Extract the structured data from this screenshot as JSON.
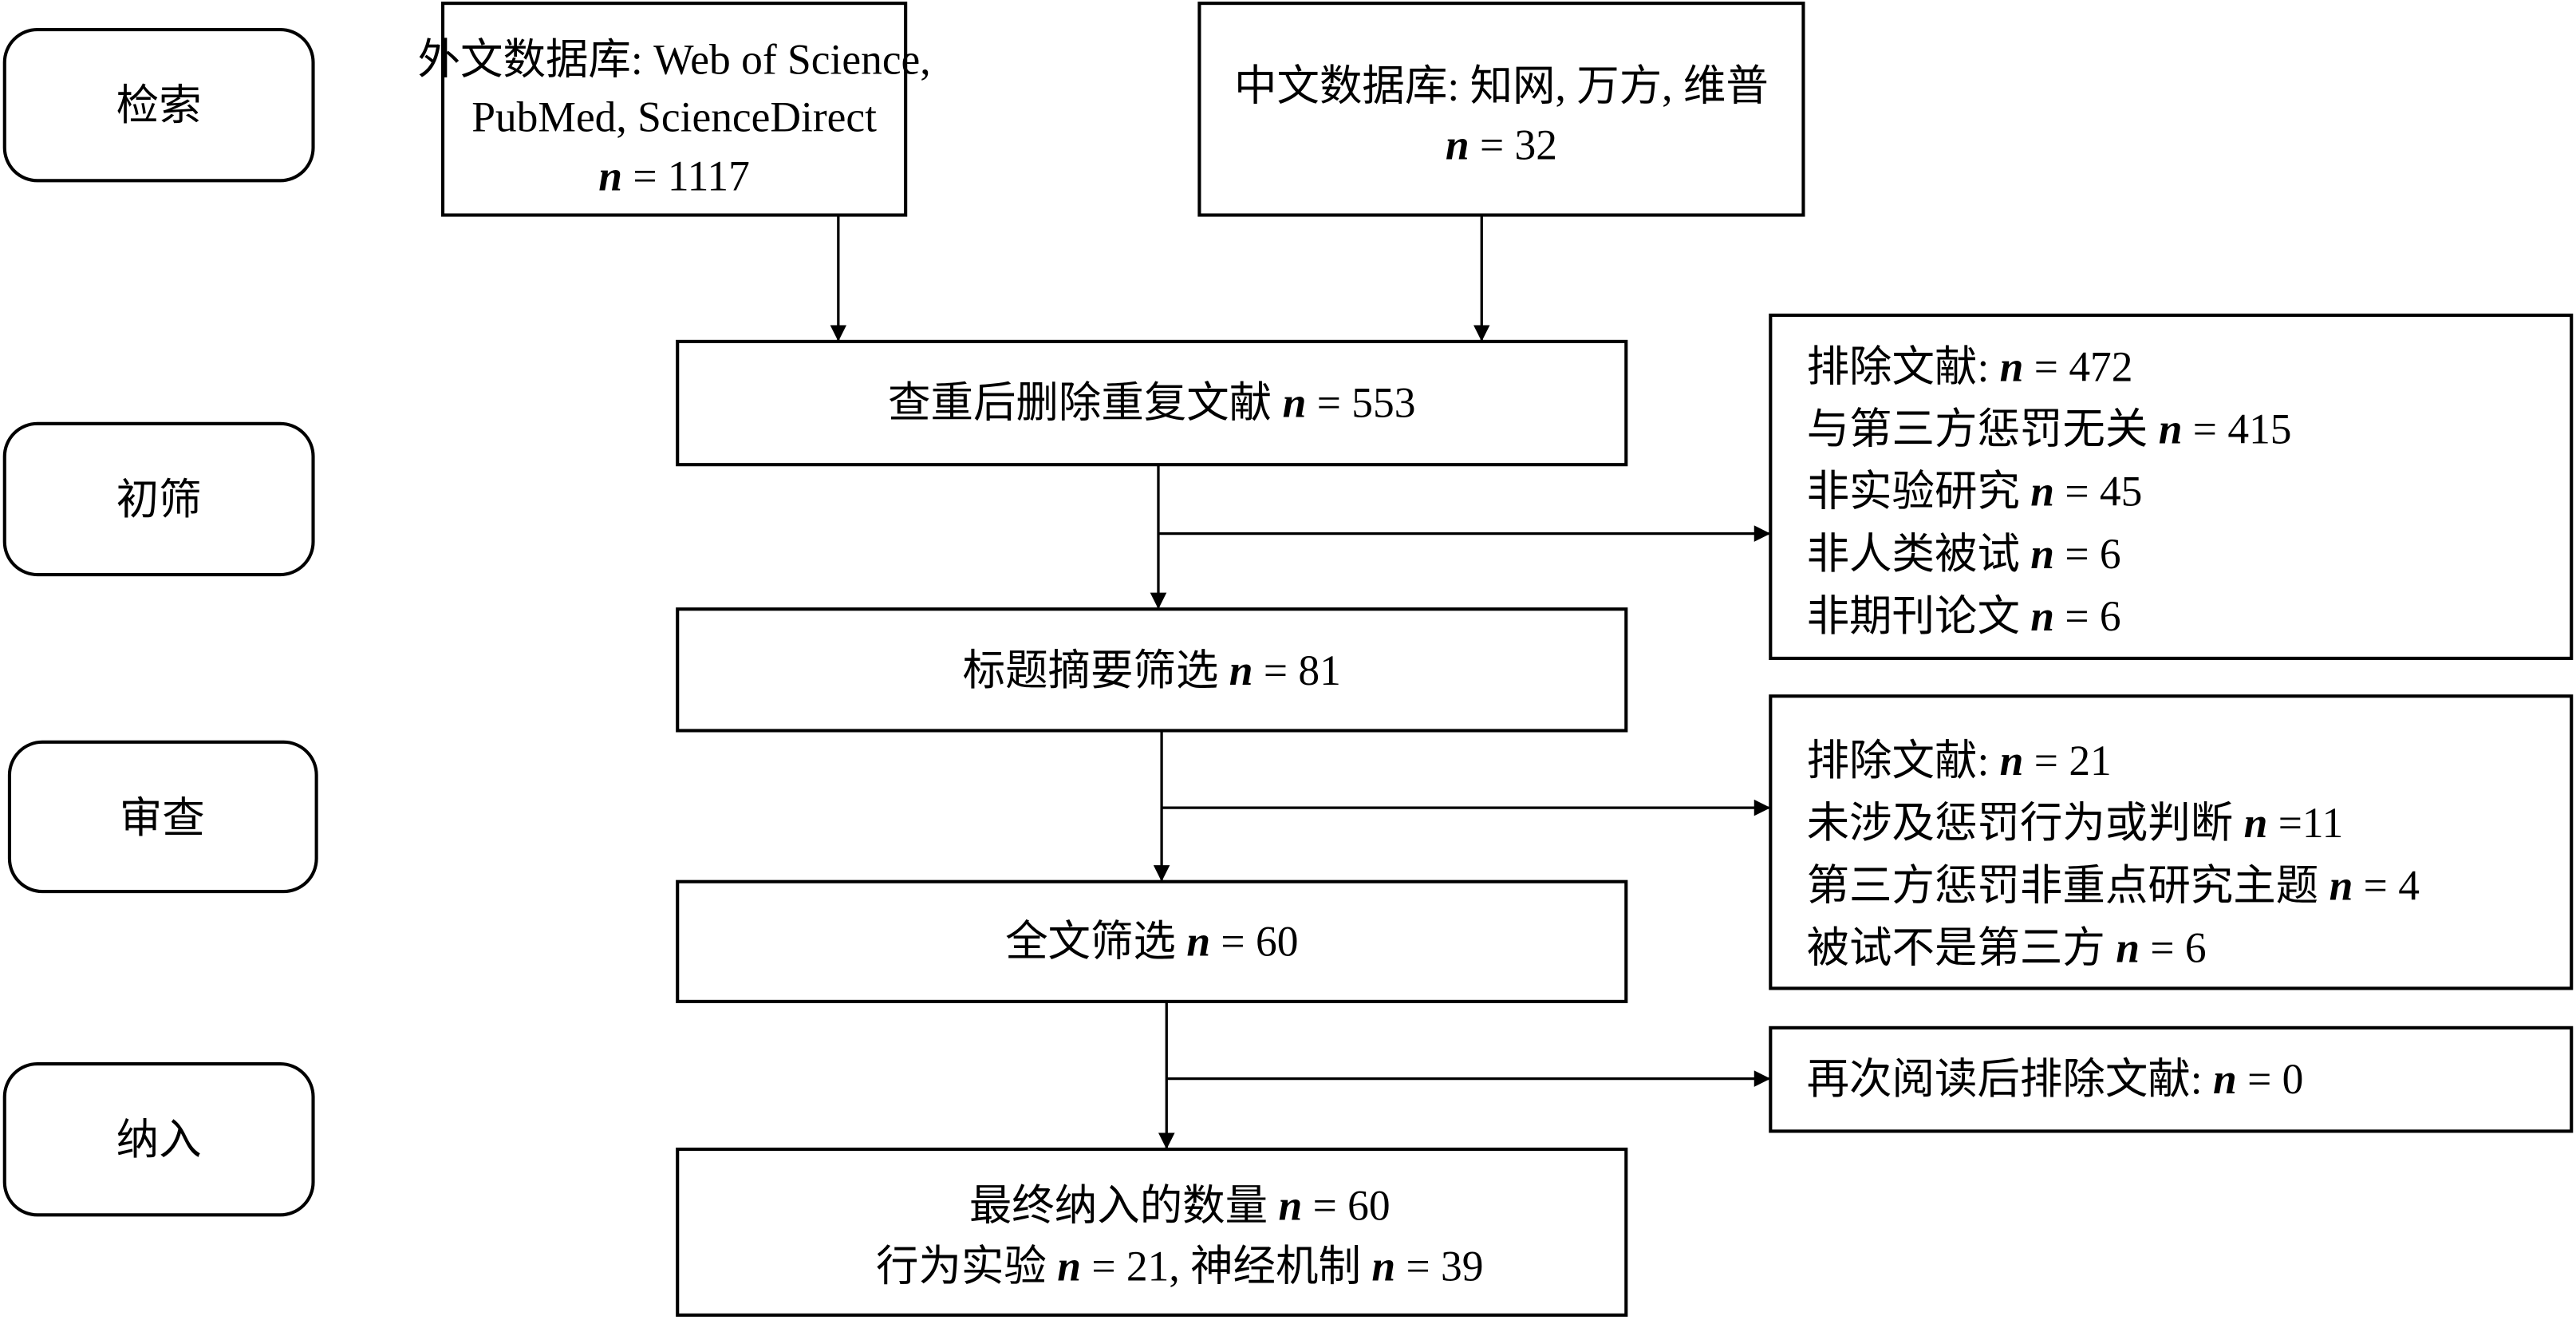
{
  "stages": [
    "检索",
    "初筛",
    "审查",
    "纳入"
  ],
  "sources": {
    "foreign": {
      "line1": "外文数据库: Web of Science,",
      "line2": "PubMed, ScienceDirect",
      "n": "n",
      "value": " = 1117"
    },
    "chinese": {
      "line1": "中文数据库: 知网, 万方, 维普",
      "n": "n",
      "value": " = 32"
    }
  },
  "main": {
    "dedup": {
      "label": "查重后删除重复文献 ",
      "n": "n",
      "value": " = 553"
    },
    "title_abstract": {
      "label": "标题摘要筛选 ",
      "n": "n",
      "value": " = 81"
    },
    "fulltext": {
      "label": "全文筛选 ",
      "n": "n",
      "value": " = 60"
    },
    "final": {
      "line1": {
        "label": "最终纳入的数量 ",
        "n": "n",
        "value": " = 60"
      },
      "line2": {
        "label1": "行为实验 ",
        "n1": "n",
        "value1": " = 21, 神经机制 ",
        "n2": "n",
        "value2": " = 39"
      }
    }
  },
  "exclusions": {
    "screen1": [
      {
        "label": "排除文献: ",
        "n": "n",
        "value": " = 472"
      },
      {
        "label": "与第三方惩罚无关 ",
        "n": "n",
        "value": " = 415"
      },
      {
        "label": "非实验研究 ",
        "n": "n",
        "value": " = 45"
      },
      {
        "label": "非人类被试 ",
        "n": "n",
        "value": " = 6"
      },
      {
        "label": "非期刊论文 ",
        "n": "n",
        "value": " = 6"
      }
    ],
    "screen2": [
      {
        "label": "排除文献: ",
        "n": "n",
        "value": " = 21"
      },
      {
        "label": "未涉及惩罚行为或判断 ",
        "n": "n",
        "value": " =11"
      },
      {
        "label": "第三方惩罚非重点研究主题 ",
        "n": "n",
        "value": " = 4"
      },
      {
        "label": "被试不是第三方 ",
        "n": "n",
        "value": " = 6"
      }
    ],
    "screen3": [
      {
        "label": "再次阅读后排除文献: ",
        "n": "n",
        "value": " = 0"
      }
    ]
  }
}
